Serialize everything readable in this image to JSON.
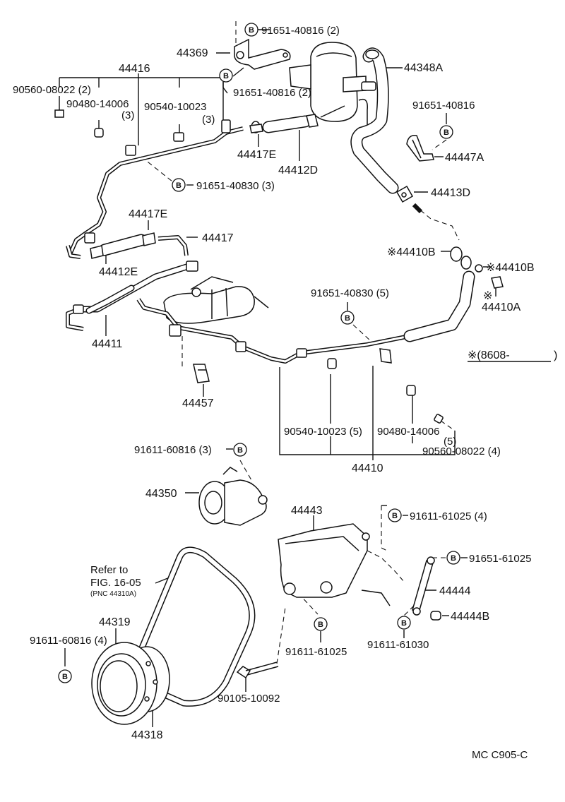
{
  "parts": {
    "p91651_40816_top": "91651-40816 (2)",
    "p44369": "44369",
    "p44416": "44416",
    "p91651_40816_mid": "91651-40816 (2)",
    "p44348A": "44348A",
    "p90560_08022_2": "90560-08022 (2)",
    "p90480_14006_3": "90480-14006",
    "p90480_14006_3_qty": "(3)",
    "p90540_10023_3": "90540-10023",
    "p90540_10023_3_qty": "(3)",
    "p91651_40816_right": "91651-40816",
    "p44447A": "44447A",
    "p44417E_top": "44417E",
    "p44412D": "44412D",
    "p91651_40830_3": "91651-40830 (3)",
    "p44413D": "44413D",
    "p44417E_left": "44417E",
    "p44417": "44417",
    "p44412E": "44412E",
    "p44410B_left": "※44410B",
    "p44410B_right": "※44410B",
    "p44410A_star": "※",
    "p44410A": "44410A",
    "p91651_40830_5": "91651-40830 (5)",
    "p44411": "44411",
    "p8608": "※(8608-",
    "p8608_close": ")",
    "p44457": "44457",
    "p90540_10023_5": "90540-10023 (5)",
    "p90480_14006_5": "90480-14006",
    "p90480_14006_5_qty": "(5)",
    "p90560_08022_4": "90560-08022 (4)",
    "p44410": "44410",
    "p91611_60816_3": "91611-60816 (3)",
    "p44350": "44350",
    "p44443": "44443",
    "p91611_61025_4": "91611-61025 (4)",
    "p91651_61025": "91651-61025",
    "p44444": "44444",
    "p44444B": "44444B",
    "p91611_61025": "91611-61025",
    "p91611_61030": "91611-61030",
    "p44319": "44319",
    "p91611_60816_4": "91611-60816 (4)",
    "p90105_10092": "90105-10092",
    "p44318": "44318"
  },
  "refer": {
    "line1": "Refer to",
    "line2": "FIG. 16-05",
    "line3": "(PNC 44310A)"
  },
  "bolt_marker": "B",
  "diagram_code": "MC C905-C"
}
